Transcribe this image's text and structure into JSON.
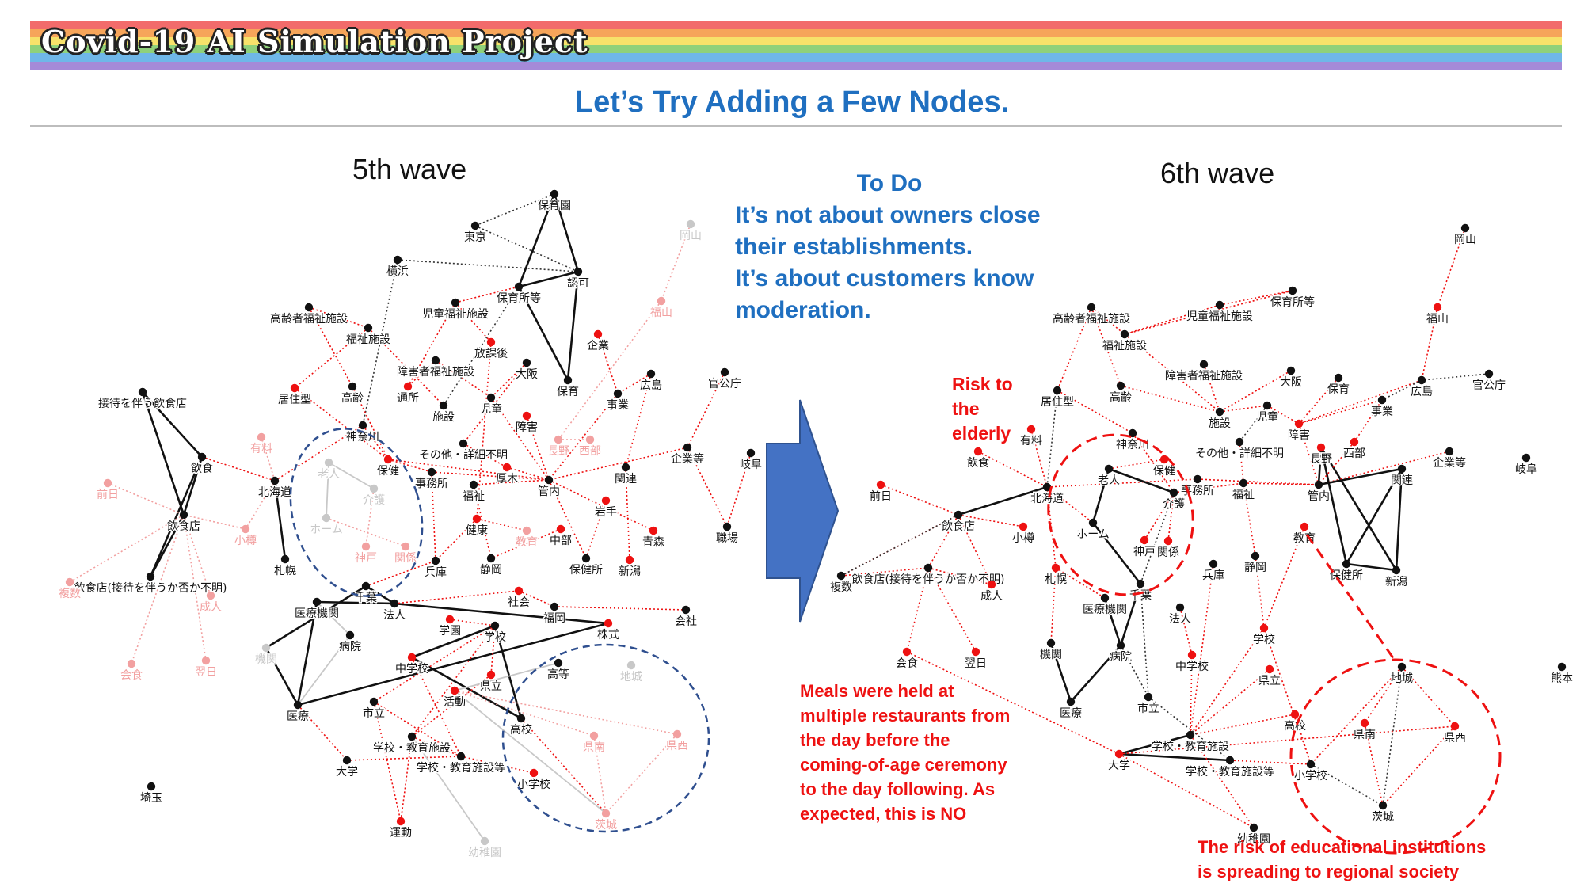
{
  "header": {
    "banner_title": "Covid-19 AI Simulation Project",
    "stripe_colors": [
      "#f26b6b",
      "#f6a55a",
      "#f7e26a",
      "#8fd17a",
      "#6fb7e8",
      "#a58ad8"
    ]
  },
  "slide_title": "Let’s Try Adding a Few Nodes.",
  "left_panel": {
    "title": "5th wave"
  },
  "right_panel": {
    "title": "6th wave"
  },
  "todo": {
    "heading": "To Do",
    "lines": [
      "It’s not about owners close",
      "their establishments.",
      "It’s about customers know",
      "moderation."
    ]
  },
  "notes": {
    "risk_elderly": [
      "Risk to",
      "the",
      "elderly"
    ],
    "meals": [
      "Meals were held at",
      "multiple restaurants from",
      "the day before the",
      "coming-of-age ceremony",
      "to the day following. As",
      "expected, this is NO"
    ],
    "education": [
      "The risk of educational institutions",
      "is spreading to regional society"
    ]
  },
  "colors": {
    "black_node": "#111111",
    "red_node": "#ee1111",
    "faded_red": "#f2a0a0",
    "faded_gray": "#c8c8c8",
    "arrow": "#4472c4",
    "note_red": "#ee1111",
    "todo_blue": "#1f6fc0",
    "highlight_ellipse_left": "#2f4f8f",
    "highlight_ellipse_right": "#ee1111"
  },
  "wave5": {
    "nodes": [
      {
        "label": "保育園",
        "s": "b"
      },
      {
        "label": "東京",
        "s": "b"
      },
      {
        "label": "岡山",
        "s": "g"
      },
      {
        "label": "横浜",
        "s": "b"
      },
      {
        "label": "認可",
        "s": "b"
      },
      {
        "label": "保育所等",
        "s": "b"
      },
      {
        "label": "高齢者福祉施設",
        "s": "b"
      },
      {
        "label": "児童福祉施設",
        "s": "b"
      },
      {
        "label": "福山",
        "s": "f"
      },
      {
        "label": "福祉施設",
        "s": "b"
      },
      {
        "label": "企業",
        "s": "r"
      },
      {
        "label": "放課後",
        "s": "r"
      },
      {
        "label": "障害者福祉施設",
        "s": "b"
      },
      {
        "label": "大阪",
        "s": "b"
      },
      {
        "label": "保育",
        "s": "b"
      },
      {
        "label": "広島",
        "s": "b"
      },
      {
        "label": "官公庁",
        "s": "b"
      },
      {
        "label": "接待を伴う飲食店",
        "s": "b"
      },
      {
        "label": "居住型",
        "s": "r"
      },
      {
        "label": "高齢",
        "s": "b"
      },
      {
        "label": "通所",
        "s": "r"
      },
      {
        "label": "事業",
        "s": "b"
      },
      {
        "label": "施設",
        "s": "b"
      },
      {
        "label": "児童",
        "s": "b"
      },
      {
        "label": "障害",
        "s": "r"
      },
      {
        "label": "有料",
        "s": "f"
      },
      {
        "label": "神奈川",
        "s": "b"
      },
      {
        "label": "長野",
        "s": "f"
      },
      {
        "label": "西部",
        "s": "f"
      },
      {
        "label": "企業等",
        "s": "b"
      },
      {
        "label": "岐阜",
        "s": "b"
      },
      {
        "label": "その他・詳細不明",
        "s": "b"
      },
      {
        "label": "飲食",
        "s": "b"
      },
      {
        "label": "保健",
        "s": "r"
      },
      {
        "label": "老人",
        "s": "g"
      },
      {
        "label": "厚木",
        "s": "r"
      },
      {
        "label": "関連",
        "s": "b"
      },
      {
        "label": "北海道",
        "s": "b"
      },
      {
        "label": "事務所",
        "s": "b"
      },
      {
        "label": "福祉",
        "s": "b"
      },
      {
        "label": "管内",
        "s": "b"
      },
      {
        "label": "岩手",
        "s": "r"
      },
      {
        "label": "前日",
        "s": "f"
      },
      {
        "label": "飲食店",
        "s": "b"
      },
      {
        "label": "介護",
        "s": "g"
      },
      {
        "label": "小樽",
        "s": "f"
      },
      {
        "label": "ホーム",
        "s": "g"
      },
      {
        "label": "健康",
        "s": "r"
      },
      {
        "label": "教育",
        "s": "f"
      },
      {
        "label": "中部",
        "s": "r"
      },
      {
        "label": "青森",
        "s": "r"
      },
      {
        "label": "職場",
        "s": "b"
      },
      {
        "label": "神戸",
        "s": "f"
      },
      {
        "label": "関係",
        "s": "f"
      },
      {
        "label": "静岡",
        "s": "b"
      },
      {
        "label": "札幌",
        "s": "b"
      },
      {
        "label": "兵庫",
        "s": "b"
      },
      {
        "label": "保健所",
        "s": "b"
      },
      {
        "label": "新潟",
        "s": "r"
      },
      {
        "label": "飲食店(接待を伴うか否か不明)",
        "s": "b"
      },
      {
        "label": "複数",
        "s": "f"
      },
      {
        "label": "千葉",
        "s": "b"
      },
      {
        "label": "成人",
        "s": "f"
      },
      {
        "label": "社会",
        "s": "r"
      },
      {
        "label": "医療機関",
        "s": "b"
      },
      {
        "label": "法人",
        "s": "b"
      },
      {
        "label": "福岡",
        "s": "b"
      },
      {
        "label": "会社",
        "s": "b"
      },
      {
        "label": "学園",
        "s": "r"
      },
      {
        "label": "株式",
        "s": "r"
      },
      {
        "label": "学校",
        "s": "b"
      },
      {
        "label": "病院",
        "s": "b"
      },
      {
        "label": "機関",
        "s": "g"
      },
      {
        "label": "会食",
        "s": "f"
      },
      {
        "label": "翌日",
        "s": "f"
      },
      {
        "label": "中学校",
        "s": "r"
      },
      {
        "label": "高等",
        "s": "b"
      },
      {
        "label": "地城",
        "s": "g"
      },
      {
        "label": "県立",
        "s": "r"
      },
      {
        "label": "活動",
        "s": "r"
      },
      {
        "label": "医療",
        "s": "b"
      },
      {
        "label": "市立",
        "s": "b"
      },
      {
        "label": "高校",
        "s": "b"
      },
      {
        "label": "県南",
        "s": "f"
      },
      {
        "label": "県西",
        "s": "f"
      },
      {
        "label": "学校・教育施設",
        "s": "b"
      },
      {
        "label": "大学",
        "s": "b"
      },
      {
        "label": "学校・教育施設等",
        "s": "b"
      },
      {
        "label": "小学校",
        "s": "r"
      },
      {
        "label": "埼玉",
        "s": "b"
      },
      {
        "label": "茨城",
        "s": "f"
      },
      {
        "label": "運動",
        "s": "r"
      },
      {
        "label": "幼稚園",
        "s": "g"
      }
    ]
  },
  "wave6": {
    "nodes": [
      {
        "label": "岡山",
        "s": "b"
      },
      {
        "label": "高齢者福祉施設",
        "s": "b"
      },
      {
        "label": "児童福祉施設",
        "s": "b"
      },
      {
        "label": "保育所等",
        "s": "b"
      },
      {
        "label": "福山",
        "s": "r"
      },
      {
        "label": "福祉施設",
        "s": "b"
      },
      {
        "label": "障害者福祉施設",
        "s": "b"
      },
      {
        "label": "大阪",
        "s": "b"
      },
      {
        "label": "保育",
        "s": "b"
      },
      {
        "label": "広島",
        "s": "b"
      },
      {
        "label": "官公庁",
        "s": "b"
      },
      {
        "label": "居住型",
        "s": "b"
      },
      {
        "label": "高齢",
        "s": "b"
      },
      {
        "label": "事業",
        "s": "b"
      },
      {
        "label": "施設",
        "s": "b"
      },
      {
        "label": "児童",
        "s": "b"
      },
      {
        "label": "障害",
        "s": "r"
      },
      {
        "label": "有料",
        "s": "r"
      },
      {
        "label": "神奈川",
        "s": "b"
      },
      {
        "label": "その他・詳細不明",
        "s": "b"
      },
      {
        "label": "長野",
        "s": "r"
      },
      {
        "label": "西部",
        "s": "r"
      },
      {
        "label": "企業等",
        "s": "b"
      },
      {
        "label": "岐阜",
        "s": "b"
      },
      {
        "label": "飲食",
        "s": "r"
      },
      {
        "label": "保健",
        "s": "r"
      },
      {
        "label": "老人",
        "s": "b"
      },
      {
        "label": "関連",
        "s": "b"
      },
      {
        "label": "事務所",
        "s": "b"
      },
      {
        "label": "福祉",
        "s": "b"
      },
      {
        "label": "管内",
        "s": "b"
      },
      {
        "label": "前日",
        "s": "r"
      },
      {
        "label": "北海道",
        "s": "b"
      },
      {
        "label": "介護",
        "s": "b"
      },
      {
        "label": "飲食店",
        "s": "b"
      },
      {
        "label": "ホーム",
        "s": "b"
      },
      {
        "label": "小樽",
        "s": "r"
      },
      {
        "label": "教育",
        "s": "r"
      },
      {
        "label": "神戸",
        "s": "r"
      },
      {
        "label": "関係",
        "s": "r"
      },
      {
        "label": "静岡",
        "s": "b"
      },
      {
        "label": "札幌",
        "s": "r"
      },
      {
        "label": "兵庫",
        "s": "b"
      },
      {
        "label": "保健所",
        "s": "b"
      },
      {
        "label": "新潟",
        "s": "b"
      },
      {
        "label": "複数",
        "s": "b"
      },
      {
        "label": "飲食店(接待を伴うか否か不明)",
        "s": "b"
      },
      {
        "label": "成人",
        "s": "r"
      },
      {
        "label": "千葉",
        "s": "b"
      },
      {
        "label": "医療機関",
        "s": "b"
      },
      {
        "label": "法人",
        "s": "b"
      },
      {
        "label": "会食",
        "s": "r"
      },
      {
        "label": "翌日",
        "s": "r"
      },
      {
        "label": "機関",
        "s": "b"
      },
      {
        "label": "病院",
        "s": "b"
      },
      {
        "label": "中学校",
        "s": "r"
      },
      {
        "label": "学校",
        "s": "r"
      },
      {
        "label": "熊本",
        "s": "b"
      },
      {
        "label": "地城",
        "s": "b"
      },
      {
        "label": "県立",
        "s": "r"
      },
      {
        "label": "医療",
        "s": "b"
      },
      {
        "label": "市立",
        "s": "b"
      },
      {
        "label": "高校",
        "s": "r"
      },
      {
        "label": "県南",
        "s": "r"
      },
      {
        "label": "県西",
        "s": "r"
      },
      {
        "label": "学校・教育施設",
        "s": "b"
      },
      {
        "label": "大学",
        "s": "r"
      },
      {
        "label": "学校・教育施設等",
        "s": "b"
      },
      {
        "label": "小学校",
        "s": "b"
      },
      {
        "label": "茨城",
        "s": "b"
      },
      {
        "label": "幼稚園",
        "s": "b"
      }
    ]
  }
}
